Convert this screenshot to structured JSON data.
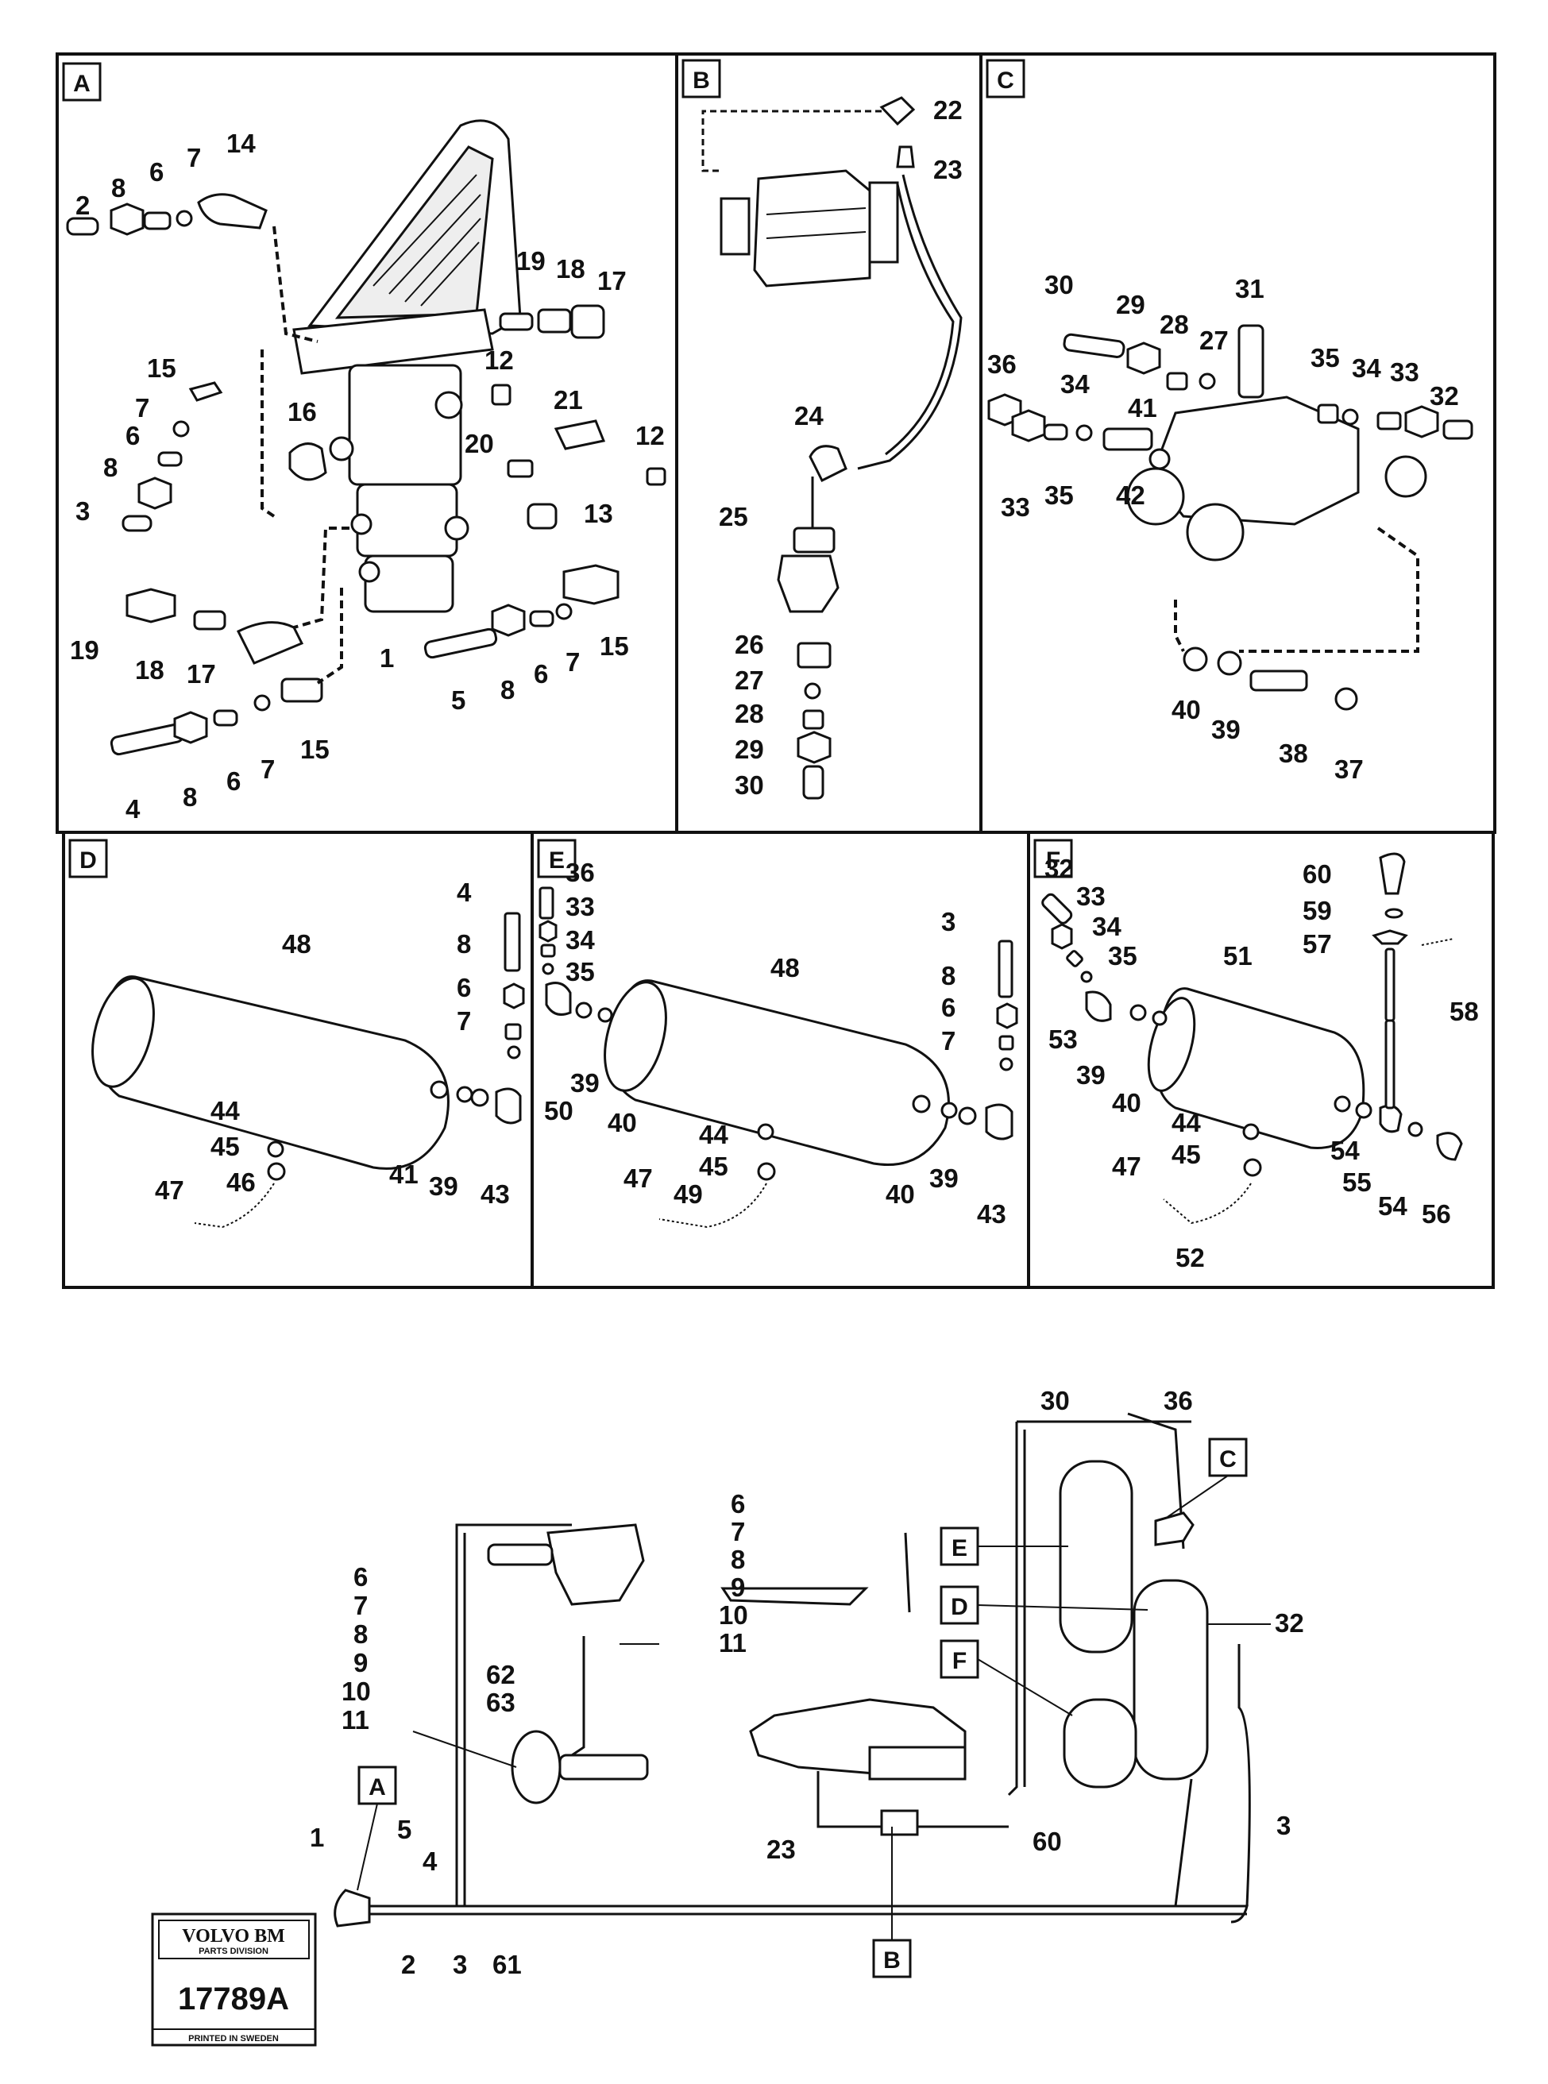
{
  "panels": [
    {
      "id": "A",
      "label": "A"
    },
    {
      "id": "B",
      "label": "B"
    },
    {
      "id": "C",
      "label": "C"
    },
    {
      "id": "D",
      "label": "D"
    },
    {
      "id": "E",
      "label": "E"
    },
    {
      "id": "F",
      "label": "F"
    }
  ],
  "panel_a": {
    "labels": [
      "2",
      "8",
      "6",
      "7",
      "14",
      "19",
      "18",
      "17",
      "15",
      "7",
      "6",
      "8",
      "3",
      "16",
      "12",
      "21",
      "12",
      "20",
      "13",
      "19",
      "18",
      "17",
      "1",
      "15",
      "5",
      "8",
      "6",
      "7",
      "4",
      "8",
      "6",
      "7",
      "15"
    ]
  },
  "panel_b": {
    "labels": [
      "22",
      "23",
      "24",
      "25",
      "26",
      "27",
      "28",
      "29",
      "30"
    ]
  },
  "panel_c": {
    "labels": [
      "30",
      "29",
      "28",
      "27",
      "31",
      "36",
      "34",
      "41",
      "35",
      "34",
      "33",
      "32",
      "33",
      "35",
      "42",
      "40",
      "39",
      "38",
      "37"
    ]
  },
  "panel_d": {
    "labels": [
      "48",
      "4",
      "8",
      "6",
      "7",
      "44",
      "45",
      "41",
      "39",
      "43",
      "47",
      "46"
    ]
  },
  "panel_e": {
    "labels": [
      "36",
      "33",
      "34",
      "35",
      "48",
      "3",
      "8",
      "6",
      "7",
      "50",
      "39",
      "40",
      "44",
      "45",
      "40",
      "39",
      "43",
      "47",
      "49"
    ]
  },
  "panel_f": {
    "labels": [
      "32",
      "33",
      "34",
      "35",
      "60",
      "59",
      "57",
      "51",
      "58",
      "53",
      "39",
      "40",
      "44",
      "45",
      "47",
      "54",
      "55",
      "54",
      "56",
      "52"
    ]
  },
  "overview": {
    "callouts_a": [
      "6",
      "7",
      "8",
      "9",
      "10",
      "11"
    ],
    "callouts_b": [
      "6",
      "7",
      "8",
      "9",
      "10",
      "11"
    ],
    "other": [
      "62",
      "63",
      "1",
      "5",
      "4",
      "2",
      "3",
      "61",
      "30",
      "36",
      "32",
      "3",
      "60",
      "23"
    ],
    "boxes": [
      "A",
      "B",
      "C",
      "D",
      "E",
      "F"
    ]
  },
  "stamp": {
    "brand": "VOLVO BM",
    "division": "PARTS DIVISION",
    "code": "17789A",
    "printed": "PRINTED IN SWEDEN"
  }
}
